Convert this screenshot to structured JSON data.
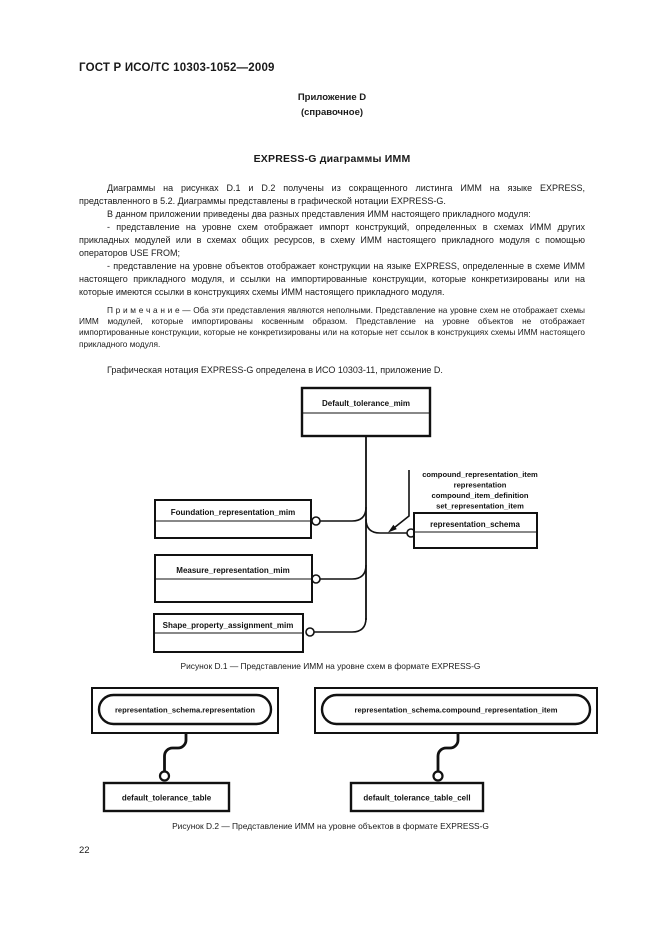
{
  "page": {
    "doc_number": "ГОСТ Р ИСО/ТС 10303-1052—2009",
    "page_number": "22"
  },
  "annex": {
    "title": "Приложение D",
    "subtitle": "(справочное)",
    "heading": "EXPRESS-G диаграммы ИММ"
  },
  "paragraphs": {
    "p1": "Диаграммы на рисунках D.1 и D.2 получены из сокращенного листинга ИММ на языке EXPRESS, представленного в 5.2. Диаграммы представлены в графической нотации EXPRESS-G.",
    "p2": "В данном приложении приведены два разных представления ИММ настоящего прикладного модуля:",
    "p3": "- представление на уровне схем отображает импорт конструкций, определенных в схемах ИММ других прикладных модулей или в схемах общих ресурсов, в схему ИММ настоящего прикладного модуля с помощью операторов USE FROM;",
    "p4": "- представление на уровне объектов отображает конструкции на языке EXPRESS, определенные в схеме ИММ настоящего прикладного модуля, и ссылки на импортированные конструкции, которые конкретизированы или на которые имеются ссылки в конструкциях схемы ИММ настоящего прикладного модуля.",
    "note": "П р и м е ч а н и е — Оба эти представления являются неполными. Представление на уровне схем не отображает схемы ИММ модулей, которые импортированы косвенным образом. Представление на уровне объектов не отображает импортированные конструкции, которые не конкретизированы или на которые нет ссылок в конструкциях схемы ИММ настоящего прикладного модуля.",
    "p6": "Графическая нотация EXPRESS-G определена в ИСО 10303-11, приложение D."
  },
  "figure_d1": {
    "caption": "Рисунок  D.1 — Представление ИММ на уровне схем в формате EXPRESS-G",
    "schema_default": "Default_tolerance_mim",
    "schema_foundation": "Foundation_representation_mim",
    "schema_measure": "Measure_representation_mim",
    "schema_shape": "Shape_property_assignment_mim",
    "schema_representation": "representation_schema",
    "interfaced_items": [
      "compound_representation_item",
      "representation",
      "compound_item_definition",
      "set_representation_item"
    ]
  },
  "figure_d2": {
    "caption": "Рисунок  D.2 — Представление ИММ на уровне объектов в формате EXPRESS-G",
    "left_source": "representation_schema.representation",
    "left_target": "default_tolerance_table",
    "right_source": "representation_schema.compound_representation_item",
    "right_target": "default_tolerance_table_cell"
  },
  "colors": {
    "ink": "#111111",
    "paper": "#ffffff"
  }
}
